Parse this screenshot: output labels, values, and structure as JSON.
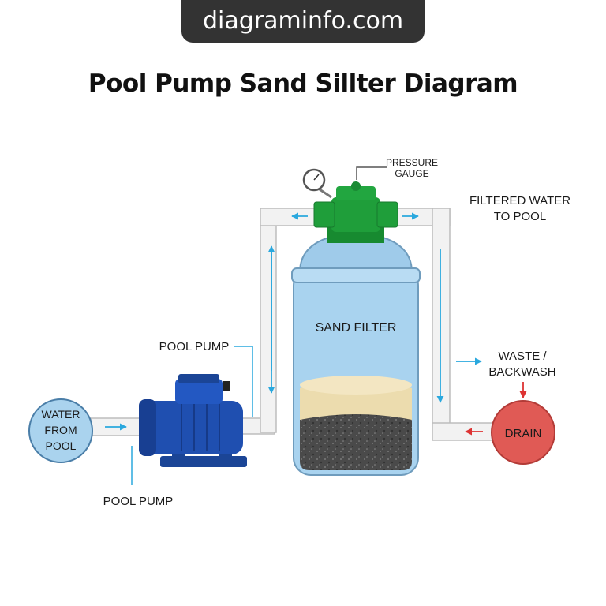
{
  "site": {
    "banner": "diagraminfo.com"
  },
  "title": "Pool Pump Sand Sillter Diagram",
  "labels": {
    "pressure_gauge": [
      "PRESSURE",
      "GAUGE"
    ],
    "filtered_water": [
      "FILTERED WATER",
      "TO POOL"
    ],
    "sand_filter": "SAND FILTER",
    "pool_pump_top": "POOL PUMP",
    "pool_pump_bottom": "POOL PUMP",
    "waste_backwash": [
      "WASTE /",
      "BACKWASH"
    ],
    "water_from_pool": [
      "WATER",
      "FROM",
      "POOL"
    ],
    "drain": "DRAIN"
  },
  "colors": {
    "tank": "#a9d3ef",
    "sand": "#ecdcae",
    "gravel": "#4d4d4d",
    "valve": "#1f9e3a",
    "pump": "#1f4fb0",
    "drain": "#e05a55",
    "pool_circle": "#aad3ee",
    "flow_arrow": "#2aa8de",
    "waste_arrow": "#dd3333"
  }
}
